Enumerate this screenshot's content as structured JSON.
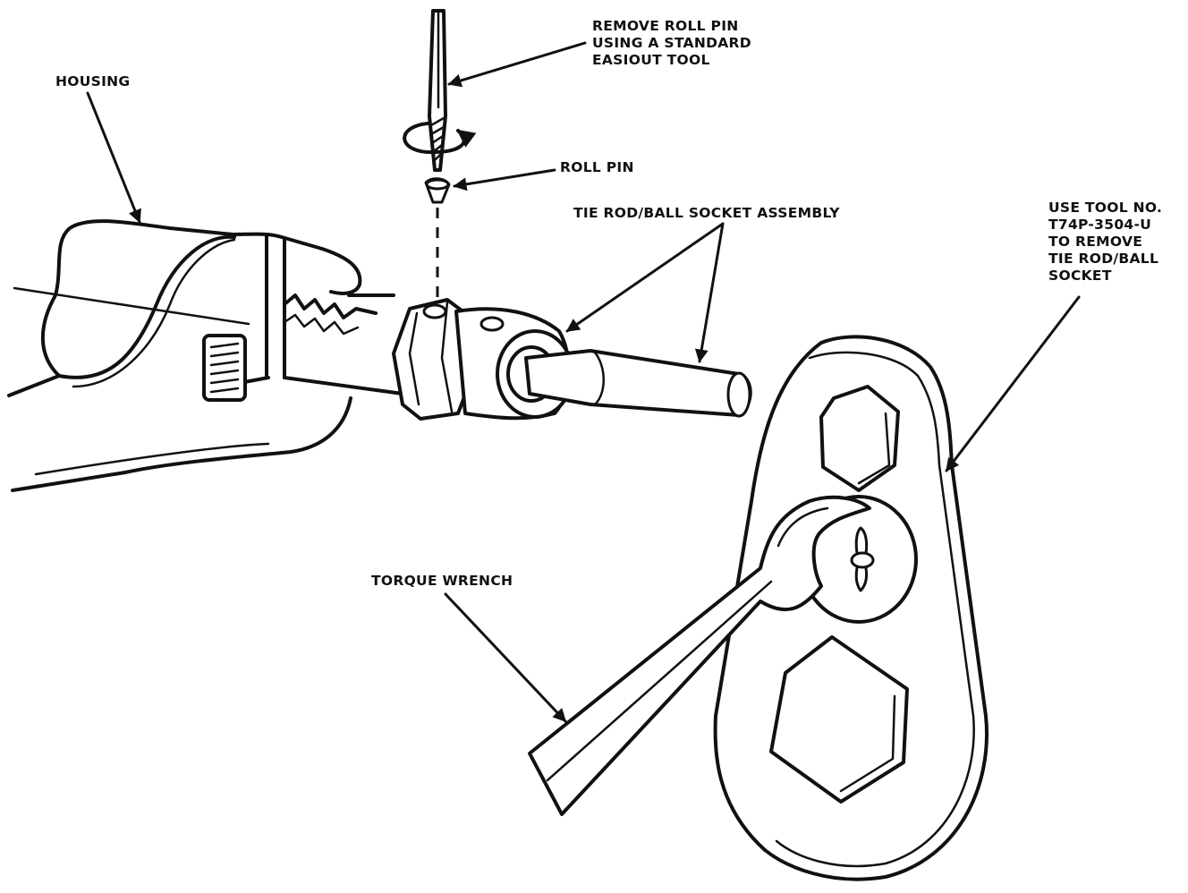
{
  "labels": {
    "housing": "HOUSING",
    "remove_lines": [
      "REMOVE ROLL PIN",
      "USING A STANDARD",
      "EASIOUT TOOL"
    ],
    "roll_pin": "ROLL PIN",
    "tie_rod": "TIE ROD/BALL SOCKET ASSEMBLY",
    "tool_lines": [
      "USE TOOL NO.",
      "T74P-3504-U",
      "TO REMOVE",
      "TIE ROD/BALL",
      "SOCKET"
    ],
    "torque_wrench": "TORQUE WRENCH"
  },
  "colors": {
    "ink": "#111111",
    "paper": "#ffffff"
  }
}
